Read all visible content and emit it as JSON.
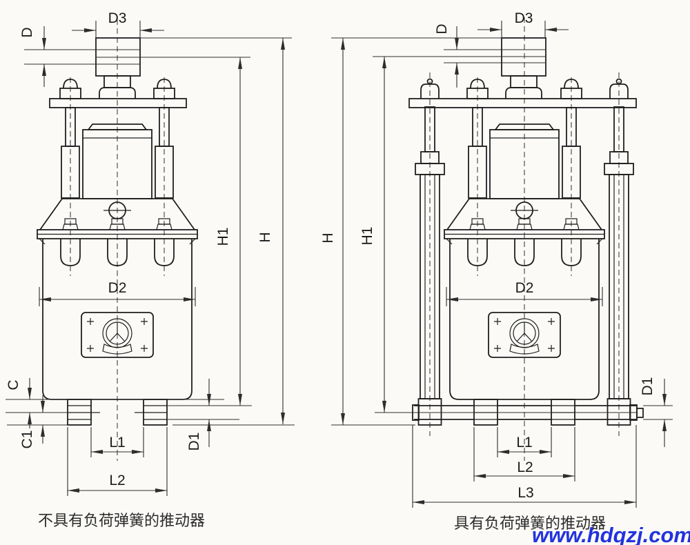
{
  "diagram": {
    "left": {
      "caption": "不具有负荷弹簧的推动器",
      "labels": {
        "d3": "D3",
        "d": "D",
        "h": "H",
        "h1": "H1",
        "d2": "D2",
        "c": "C",
        "c1": "C1",
        "d1": "D1",
        "l1": "L1",
        "l2": "L2"
      }
    },
    "right": {
      "caption": "具有负荷弹簧的推动器",
      "labels": {
        "d3": "D3",
        "d": "D",
        "h": "H",
        "h1": "H1",
        "d2": "D2",
        "d1": "D1",
        "l1": "L1",
        "l2": "L2",
        "l3": "L3"
      }
    },
    "watermark": {
      "text": "www.hdqzj.com",
      "color": "#2233dd"
    }
  }
}
